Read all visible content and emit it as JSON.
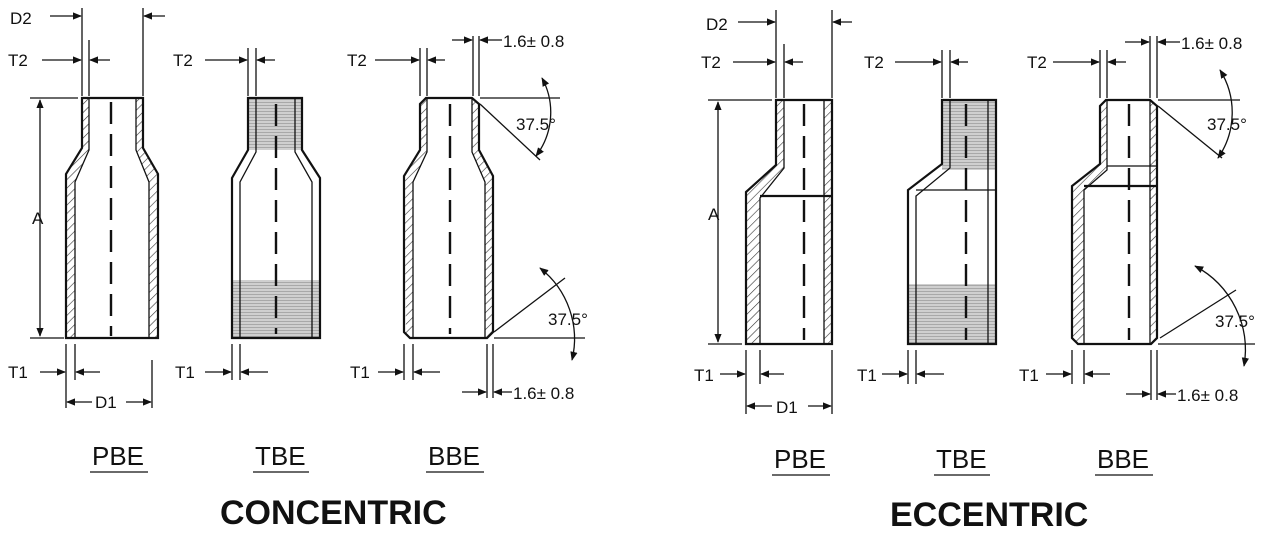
{
  "concentric": {
    "group_title": "CONCENTRIC",
    "types": [
      "PBE",
      "TBE",
      "BBE"
    ],
    "dims": {
      "d2": "D2",
      "t2": "T2",
      "a": "A",
      "t1": "T1",
      "d1": "D1"
    },
    "bevel_angle": "37.5°",
    "root_face": "1.6± 0.8"
  },
  "eccentric": {
    "group_title": "ECCENTRIC",
    "types": [
      "PBE",
      "TBE",
      "BBE"
    ],
    "dims": {
      "d2": "D2",
      "t2": "T2",
      "a": "A",
      "t1": "T1",
      "d1": "D1"
    },
    "bevel_angle": "37.5°",
    "root_face": "1.6± 0.8"
  }
}
